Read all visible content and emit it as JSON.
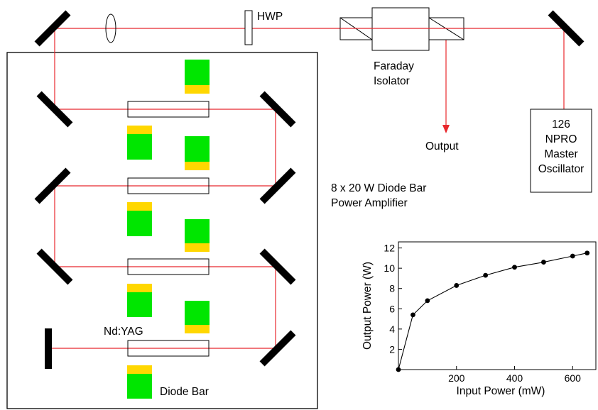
{
  "labels": {
    "hwp": "HWP",
    "faraday": [
      "Faraday",
      "Isolator"
    ],
    "output": "Output",
    "oscillator": [
      "126",
      "NPRO",
      "Master",
      "Oscillator"
    ],
    "amplifier": [
      "8 x 20 W Diode Bar",
      "Power Amplifier"
    ],
    "ndyag": "Nd:YAG",
    "diode_bar": "Diode Bar"
  },
  "colors": {
    "beam": "#e8282d",
    "diode_green": "#00e600",
    "diode_yellow": "#ffd700"
  },
  "chart_data": {
    "type": "line",
    "xlabel": "Input Power (mW)",
    "ylabel": "Output Power (W)",
    "xlim": [
      0,
      680
    ],
    "ylim": [
      0,
      12.6
    ],
    "xticks": [
      200,
      400,
      600
    ],
    "yticks": [
      2,
      4,
      6,
      8,
      10,
      12
    ],
    "points": [
      {
        "x": 0,
        "y": 0
      },
      {
        "x": 50,
        "y": 5.4
      },
      {
        "x": 100,
        "y": 6.8
      },
      {
        "x": 200,
        "y": 8.3
      },
      {
        "x": 300,
        "y": 9.3
      },
      {
        "x": 400,
        "y": 10.1
      },
      {
        "x": 500,
        "y": 10.6
      },
      {
        "x": 600,
        "y": 11.2
      },
      {
        "x": 650,
        "y": 11.5
      }
    ]
  }
}
